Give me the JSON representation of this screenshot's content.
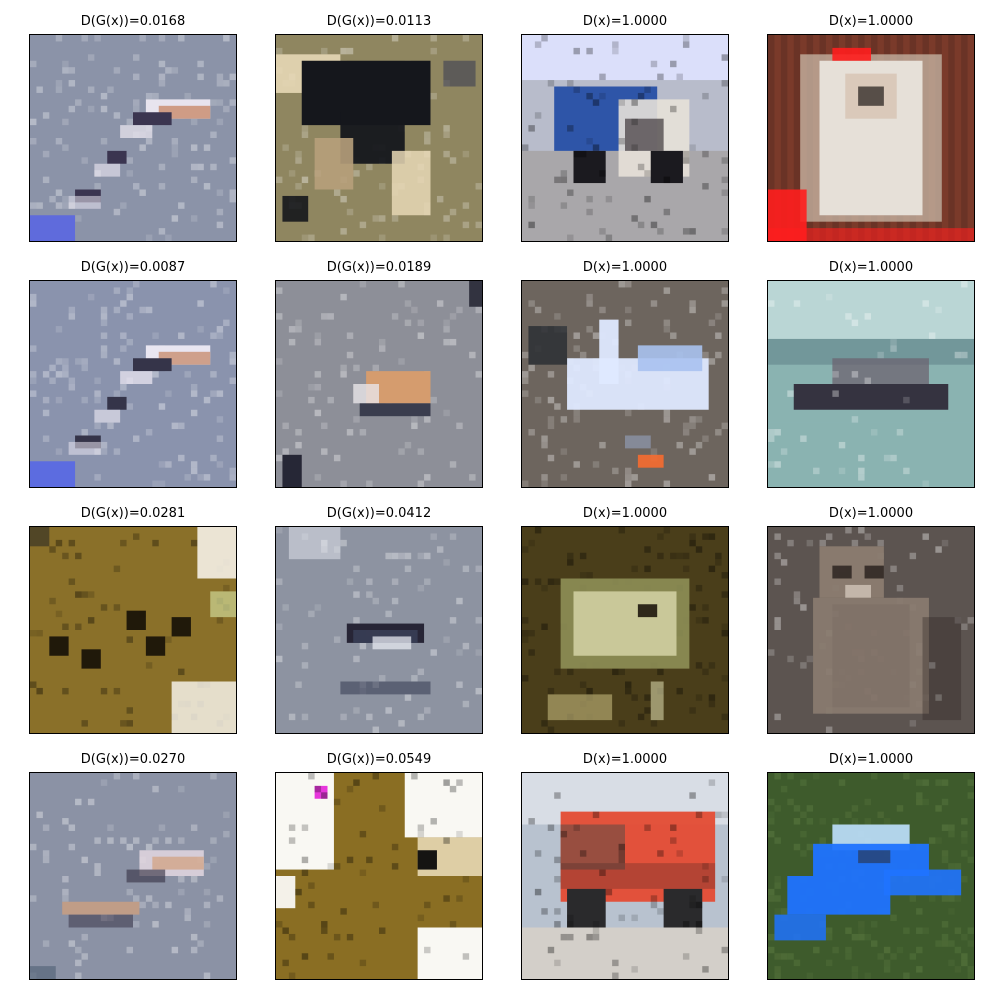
{
  "figure": {
    "panels": [
      {
        "title": "D(G(x))=0.0168",
        "kind": "generated",
        "scene": "plane-streaks",
        "palette": {
          "bg": "#8b93a8",
          "a": "#e8e4ee",
          "b": "#3b3550",
          "c": "#c88a6a",
          "d": "#5f6bdc"
        }
      },
      {
        "title": "D(G(x))=0.0113",
        "kind": "generated",
        "scene": "dark-blob",
        "palette": {
          "bg": "#8f8660",
          "a": "#15171c",
          "b": "#e7d8b6",
          "c": "#b7a07b",
          "d": "#2b2f4f"
        }
      },
      {
        "title": "D(x)=1.0000",
        "kind": "real",
        "scene": "blue-truck",
        "palette": {
          "bg": "#b8bccb",
          "a": "#2e55a8",
          "b": "#e7e1d8",
          "c": "#7a6656",
          "d": "#514b4d"
        }
      },
      {
        "title": "D(x)=1.0000",
        "kind": "real",
        "scene": "white-dog",
        "palette": {
          "bg": "#7a3a2a",
          "a": "#e9e4dc",
          "b": "#c9b9a8",
          "c": "#ff1e1e",
          "d": "#4e2820"
        }
      },
      {
        "title": "D(G(x))=0.0087",
        "kind": "generated",
        "scene": "plane-streaks",
        "palette": {
          "bg": "#8a93ad",
          "a": "#e9e6f1",
          "b": "#353449",
          "c": "#c88f72",
          "d": "#5c6ce0"
        }
      },
      {
        "title": "D(G(x))=0.0189",
        "kind": "generated",
        "scene": "single-object",
        "palette": {
          "bg": "#8d8f98",
          "a": "#d59c6e",
          "b": "#2c2f41",
          "c": "#e8e5e8",
          "d": "#1b1c2b"
        }
      },
      {
        "title": "D(x)=1.0000",
        "kind": "real",
        "scene": "light-plane",
        "palette": {
          "bg": "#6d655e",
          "a": "#dfe9ff",
          "b": "#a9c2ef",
          "c": "#2b2f34",
          "d": "#f06b32"
        }
      },
      {
        "title": "D(x)=1.0000",
        "kind": "real",
        "scene": "ship",
        "palette": {
          "bg": "#8ab3b1",
          "a": "#2b2534",
          "b": "#5f7f86",
          "c": "#6c6370",
          "d": "#cfe6e4"
        }
      },
      {
        "title": "D(G(x))=0.0281",
        "kind": "generated",
        "scene": "olive-spots",
        "palette": {
          "bg": "#8a7029",
          "a": "#1a1408",
          "b": "#f5f1e7",
          "c": "#c9d08f",
          "d": "#2b2a24"
        }
      },
      {
        "title": "D(G(x))=0.0412",
        "kind": "generated",
        "scene": "grey-streaks",
        "palette": {
          "bg": "#8d93a1",
          "a": "#1c1a2a",
          "b": "#e7e9f1",
          "c": "#3a3f57",
          "d": "#b6bccb"
        }
      },
      {
        "title": "D(x)=1.0000",
        "kind": "real",
        "scene": "frog",
        "palette": {
          "bg": "#4a3e1a",
          "a": "#d5d3a6",
          "b": "#8e8f56",
          "c": "#1d160c",
          "d": "#b0a56d"
        }
      },
      {
        "title": "D(x)=1.0000",
        "kind": "real",
        "scene": "cat",
        "palette": {
          "bg": "#5c5450",
          "a": "#8b7c70",
          "b": "#d7cbbf",
          "c": "#2b2320",
          "d": "#7a6a62"
        }
      },
      {
        "title": "D(G(x))=0.0270",
        "kind": "generated",
        "scene": "plane-small",
        "palette": {
          "bg": "#8b92a5",
          "a": "#e3d7e1",
          "b": "#3b3548",
          "c": "#d1a07e",
          "d": "#5c6b80"
        }
      },
      {
        "title": "D(G(x))=0.0549",
        "kind": "generated",
        "scene": "olive-white",
        "palette": {
          "bg": "#8a6e23",
          "a": "#ffffff",
          "b": "#0a0a0a",
          "c": "#f3e6c6",
          "d": "#e62bd9"
        }
      },
      {
        "title": "D(x)=1.0000",
        "kind": "real",
        "scene": "red-truck",
        "palette": {
          "bg": "#b8c2cf",
          "a": "#e44b33",
          "b": "#2a2a2c",
          "c": "#d6d0c8",
          "d": "#5b4d45"
        }
      },
      {
        "title": "D(x)=1.0000",
        "kind": "real",
        "scene": "blue-jet",
        "palette": {
          "bg": "#3e5b2c",
          "a": "#1f73ff",
          "b": "#bfe1ff",
          "c": "#2a3a5a",
          "d": "#6c8b4c"
        }
      }
    ]
  }
}
